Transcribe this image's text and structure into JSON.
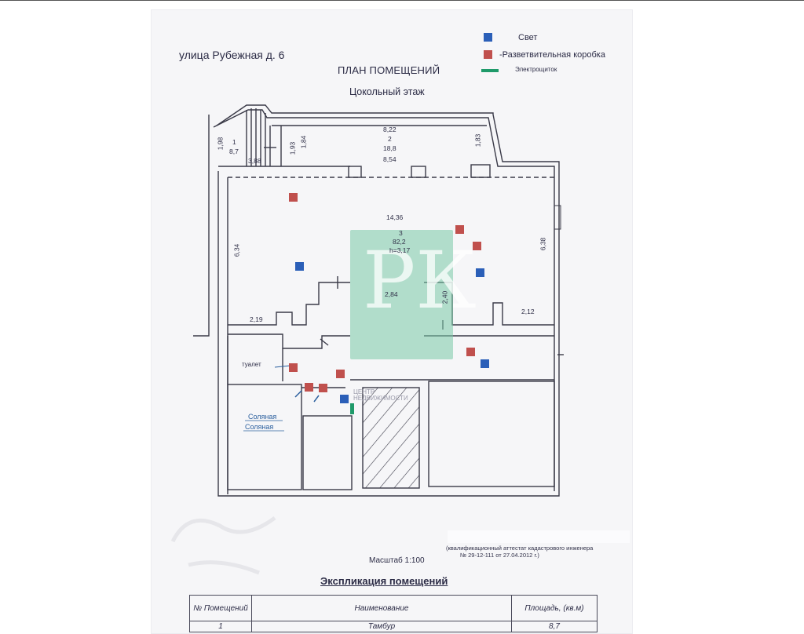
{
  "address": "улица Рубежная д. 6",
  "plan": {
    "title": "ПЛАН ПОМЕЩЕНИЙ",
    "subtitle": "Цокольный этаж"
  },
  "legend": {
    "light": {
      "label": "Свет",
      "color": "#2b5fb8"
    },
    "junction_box": {
      "label": "-Разветвительная коробка",
      "color": "#c0504d"
    },
    "panel": {
      "label": "Электрощиток",
      "color": "#1f9a6a"
    }
  },
  "dimensions": {
    "room1_height": "1,98",
    "room1_no": "1",
    "room1_area": "8,7",
    "room1_width": "3,88",
    "d193": "1,93",
    "d184": "1,84",
    "room2_top": "8,22",
    "room2_no": "2",
    "room2_area": "18,8",
    "room2_bottom": "8,54",
    "d183": "1,83",
    "room3_width": "14,36",
    "room3_no": "3",
    "room3_area": "82,2",
    "room3_h": "h=3,17",
    "left_height": "6,34",
    "right_height": "6,38",
    "d284": "2,84",
    "d240": "2,40",
    "d219": "2,19",
    "d212": "2,12"
  },
  "labels": {
    "toilet": "туалет",
    "salt1": "Соляная",
    "salt2": "Соляная"
  },
  "watermark": {
    "letter": "РК",
    "text1": "ЦЕНТР",
    "text2": "НЕДВИЖИМОСТИ"
  },
  "scale": "Масштаб 1:100",
  "certificate": {
    "line1": "(квалификационный аттестат кадастрового инженера",
    "line2": "№ 29-12-111 от 27.04.2012 г.)"
  },
  "explication": {
    "title": "Экспликация помещений",
    "headers": {
      "no": "№ Помещений",
      "name": "Наименование",
      "area": "Площадь, (кв.м)"
    },
    "rows": [
      {
        "no": "1",
        "name": "Тамбур",
        "area": "8,7"
      }
    ]
  }
}
